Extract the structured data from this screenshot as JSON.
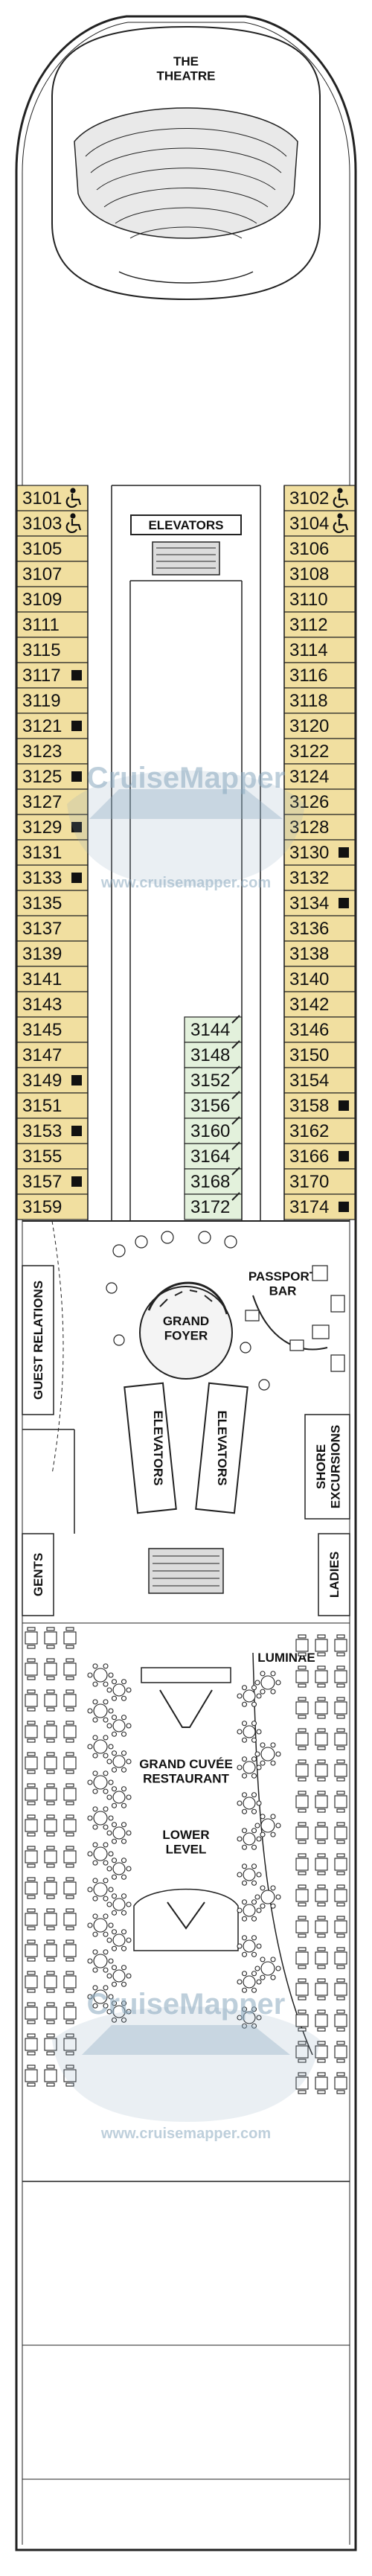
{
  "colors": {
    "cabin_gold": "#f1dfa0",
    "cabin_green": "#e3f1dc",
    "line": "#222222",
    "watermark": "#8aa9bf"
  },
  "areas": {
    "theatre": "THE\nTHEATRE",
    "elevators_top": "ELEVATORS",
    "guest_relations": "GUEST RELATIONS",
    "passport_bar": "PASSPORT\nBAR",
    "grand_foyer": "GRAND\nFOYER",
    "elevators_left": "ELEVATORS",
    "elevators_right": "ELEVATORS",
    "shore_excursions": "SHORE\nEXCURSIONS",
    "gents": "GENTS",
    "ladies": "LADIES",
    "luminae": "LUMINAE",
    "grand_cuvee": "GRAND CUVÉE\nRESTAURANT",
    "lower_level": "LOWER\nLEVEL"
  },
  "watermark": {
    "brand": "CruiseMapper",
    "url": "www.cruisemapper.com"
  },
  "cabins": {
    "left": [
      {
        "num": "3101",
        "mark": "accessible-icon"
      },
      {
        "num": "3103",
        "mark": "accessible-icon"
      },
      {
        "num": "3105",
        "mark": ""
      },
      {
        "num": "3107",
        "mark": ""
      },
      {
        "num": "3109",
        "mark": ""
      },
      {
        "num": "3111",
        "mark": ""
      },
      {
        "num": "3115",
        "mark": ""
      },
      {
        "num": "3117",
        "mark": "square-icon"
      },
      {
        "num": "3119",
        "mark": ""
      },
      {
        "num": "3121",
        "mark": "square-icon"
      },
      {
        "num": "3123",
        "mark": ""
      },
      {
        "num": "3125",
        "mark": "square-icon"
      },
      {
        "num": "3127",
        "mark": ""
      },
      {
        "num": "3129",
        "mark": "square-icon"
      },
      {
        "num": "3131",
        "mark": ""
      },
      {
        "num": "3133",
        "mark": "square-icon"
      },
      {
        "num": "3135",
        "mark": ""
      },
      {
        "num": "3137",
        "mark": ""
      },
      {
        "num": "3139",
        "mark": ""
      },
      {
        "num": "3141",
        "mark": ""
      },
      {
        "num": "3143",
        "mark": ""
      },
      {
        "num": "3145",
        "mark": ""
      },
      {
        "num": "3147",
        "mark": ""
      },
      {
        "num": "3149",
        "mark": "square-icon"
      },
      {
        "num": "3151",
        "mark": ""
      },
      {
        "num": "3153",
        "mark": "square-icon"
      },
      {
        "num": "3155",
        "mark": ""
      },
      {
        "num": "3157",
        "mark": "square-icon"
      },
      {
        "num": "3159",
        "mark": ""
      }
    ],
    "right": [
      {
        "num": "3102",
        "mark": "accessible-icon"
      },
      {
        "num": "3104",
        "mark": "accessible-icon"
      },
      {
        "num": "3106",
        "mark": ""
      },
      {
        "num": "3108",
        "mark": ""
      },
      {
        "num": "3110",
        "mark": ""
      },
      {
        "num": "3112",
        "mark": ""
      },
      {
        "num": "3114",
        "mark": ""
      },
      {
        "num": "3116",
        "mark": ""
      },
      {
        "num": "3118",
        "mark": ""
      },
      {
        "num": "3120",
        "mark": ""
      },
      {
        "num": "3122",
        "mark": ""
      },
      {
        "num": "3124",
        "mark": ""
      },
      {
        "num": "3126",
        "mark": ""
      },
      {
        "num": "3128",
        "mark": ""
      },
      {
        "num": "3130",
        "mark": "square-icon"
      },
      {
        "num": "3132",
        "mark": ""
      },
      {
        "num": "3134",
        "mark": "square-icon"
      },
      {
        "num": "3136",
        "mark": ""
      },
      {
        "num": "3138",
        "mark": ""
      },
      {
        "num": "3140",
        "mark": ""
      },
      {
        "num": "3142",
        "mark": ""
      },
      {
        "num": "3146",
        "mark": ""
      },
      {
        "num": "3150",
        "mark": ""
      },
      {
        "num": "3154",
        "mark": ""
      },
      {
        "num": "3158",
        "mark": "square-icon"
      },
      {
        "num": "3162",
        "mark": ""
      },
      {
        "num": "3166",
        "mark": "square-icon"
      },
      {
        "num": "3170",
        "mark": ""
      },
      {
        "num": "3174",
        "mark": "square-icon"
      }
    ],
    "center": [
      "3144",
      "3148",
      "3152",
      "3156",
      "3160",
      "3164",
      "3168",
      "3172"
    ]
  }
}
